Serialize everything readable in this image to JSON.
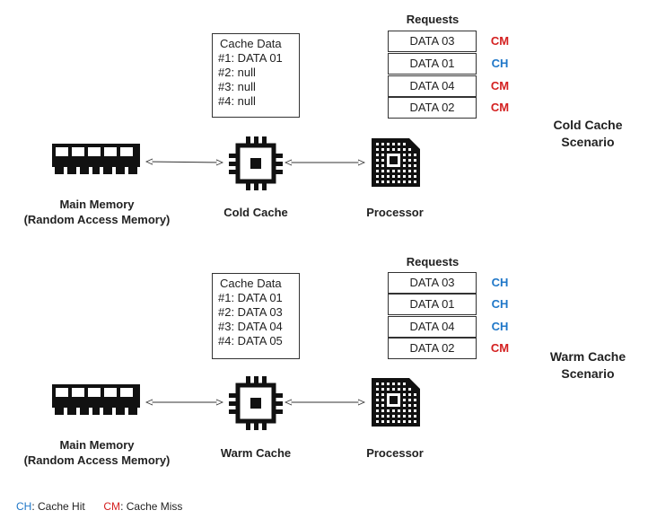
{
  "colors": {
    "hit": "#1f77c8",
    "miss": "#d42020",
    "line": "#333333"
  },
  "cold": {
    "cache_title": "Cache Data",
    "cache_entries": [
      "#1: DATA 01",
      "#2: null",
      "#3: null",
      "#4: null"
    ],
    "requests_title": "Requests",
    "requests": [
      {
        "data": "DATA 03",
        "status": "CM"
      },
      {
        "data": "DATA 01",
        "status": "CH"
      },
      {
        "data": "DATA 04",
        "status": "CM"
      },
      {
        "data": "DATA 02",
        "status": "CM"
      }
    ],
    "memory_label_1": "Main Memory",
    "memory_label_2": "(Random Access Memory)",
    "cache_label": "Cold Cache",
    "processor_label": "Processor",
    "scenario_line_1": "Cold Cache",
    "scenario_line_2": "Scenario"
  },
  "warm": {
    "cache_title": "Cache Data",
    "cache_entries": [
      "#1: DATA 01",
      "#2: DATA 03",
      "#3: DATA 04",
      "#4: DATA 05"
    ],
    "requests_title": "Requests",
    "requests": [
      {
        "data": "DATA 03",
        "status": "CH"
      },
      {
        "data": "DATA 01",
        "status": "CH"
      },
      {
        "data": "DATA 04",
        "status": "CH"
      },
      {
        "data": "DATA 02",
        "status": "CM"
      }
    ],
    "memory_label_1": "Main Memory",
    "memory_label_2": "(Random Access Memory)",
    "cache_label": "Warm Cache",
    "processor_label": "Processor",
    "scenario_line_1": "Warm Cache",
    "scenario_line_2": "Scenario"
  },
  "legend": {
    "hit_abbr": "CH",
    "hit_text": ": Cache Hit",
    "miss_abbr": "CM",
    "miss_text": ": Cache Miss"
  },
  "icons": [
    "ram-icon",
    "cpu-chip-icon",
    "processor-icon"
  ]
}
